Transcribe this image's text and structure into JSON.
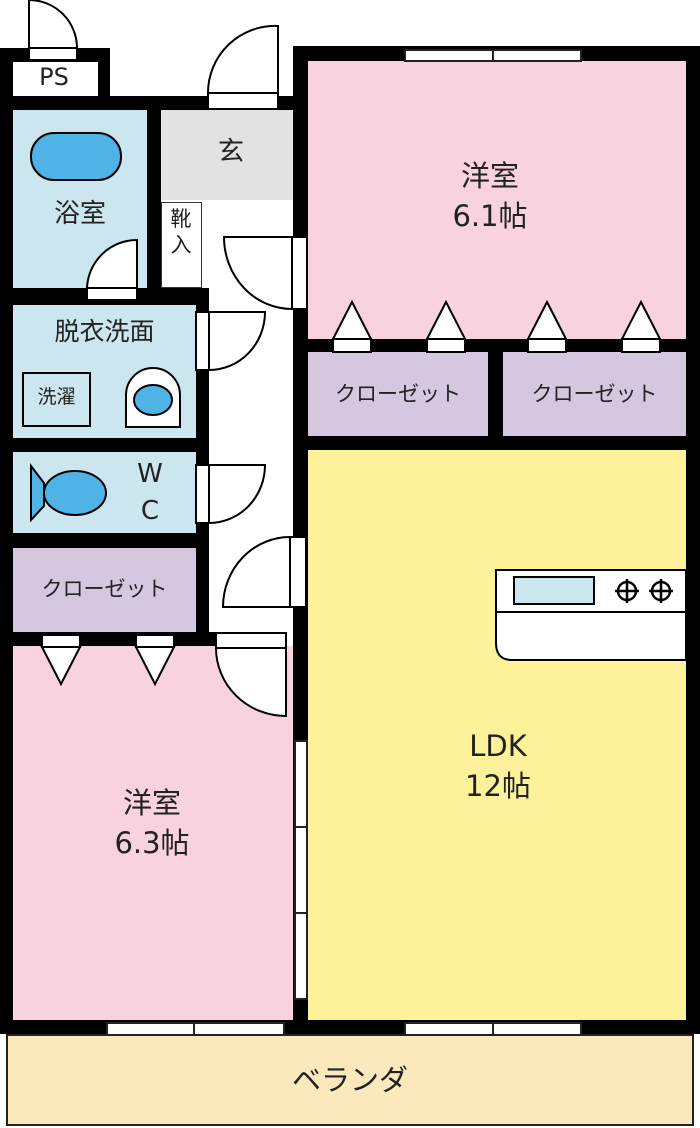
{
  "title": "Apartment floor plan 2LDK",
  "rooms": {
    "ps": "PS",
    "bath": "浴室",
    "entrance": "玄",
    "shoe_closet": "靴入",
    "washroom": "脱衣洗面",
    "washer": "洗濯",
    "wc_w": "W",
    "wc_c": "C",
    "closet_left": "クローゼット",
    "closet_mid": "クローゼット",
    "closet_right": "クローゼット",
    "bedroom_top_name": "洋室",
    "bedroom_top_size": "6.1帖",
    "bedroom_bottom_name": "洋室",
    "bedroom_bottom_size": "6.3帖",
    "ldk_name": "LDK",
    "ldk_size": "12帖",
    "veranda": "ベランダ"
  },
  "colors": {
    "western_room": "#f8d3df",
    "water_area": "#cbe6ee",
    "closet": "#d5c7e0",
    "ldk": "#fdf29a",
    "entrance": "#e2e2e2",
    "veranda": "#fbe9bd",
    "wall": "#000000",
    "fixture_blue": "#4fb3e6"
  }
}
